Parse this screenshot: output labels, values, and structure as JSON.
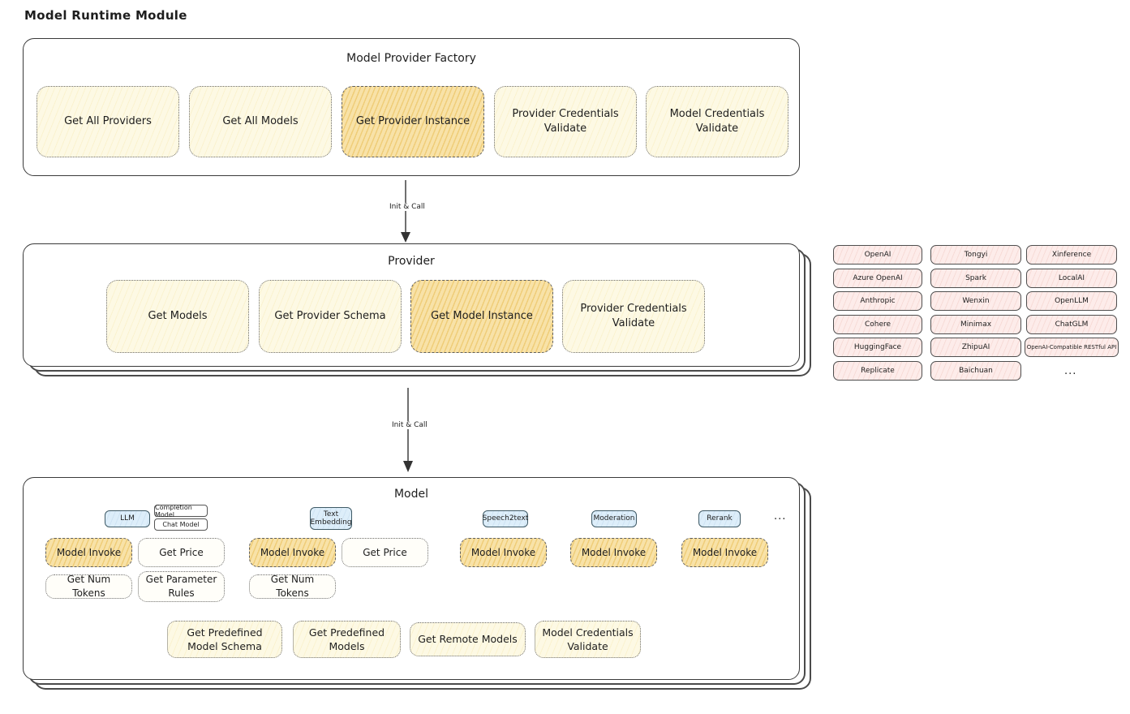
{
  "title": "Model Runtime Module",
  "arrow_label_1": "Init & Call",
  "arrow_label_2": "Init & Call",
  "factory": {
    "title": "Model Provider Factory",
    "items": [
      {
        "label": "Get All Providers"
      },
      {
        "label": "Get All Models"
      },
      {
        "label": "Get Provider Instance"
      },
      {
        "label": "Provider Credentials Validate"
      },
      {
        "label": "Model Credentials Validate"
      }
    ]
  },
  "provider": {
    "title": "Provider",
    "items": [
      {
        "label": "Get Models"
      },
      {
        "label": "Get Provider Schema"
      },
      {
        "label": "Get Model Instance"
      },
      {
        "label": "Provider Credentials Validate"
      }
    ]
  },
  "providers_grid": {
    "col1": [
      "OpenAI",
      "Azure OpenAI",
      "Anthropic",
      "Cohere",
      "HuggingFace",
      "Replicate"
    ],
    "col2": [
      "Tongyi",
      "Spark",
      "Wenxin",
      "Minimax",
      "ZhipuAI",
      "Baichuan"
    ],
    "col3": [
      "Xinference",
      "LocalAI",
      "OpenLLM",
      "ChatGLM",
      "OpenAI-Compatible RESTful API"
    ],
    "more": "..."
  },
  "model": {
    "title": "Model",
    "tags": {
      "llm": "LLM",
      "completion": "Completion Model",
      "chat": "Chat Model",
      "text_embedding": "Text Embedding",
      "speech2text": "Speech2text",
      "moderation": "Moderation",
      "rerank": "Rerank",
      "more": "..."
    },
    "llm": {
      "invoke": "Model Invoke",
      "price": "Get Price",
      "tokens": "Get Num Tokens",
      "rules": "Get Parameter Rules"
    },
    "embedding": {
      "invoke": "Model Invoke",
      "price": "Get Price",
      "tokens": "Get Num Tokens"
    },
    "speech2text": {
      "invoke": "Model Invoke"
    },
    "moderation": {
      "invoke": "Model Invoke"
    },
    "rerank": {
      "invoke": "Model Invoke"
    },
    "bottom": [
      "Get Predefined Model Schema",
      "Get Predefined Models",
      "Get Remote Models",
      "Model Credentials Validate"
    ]
  }
}
